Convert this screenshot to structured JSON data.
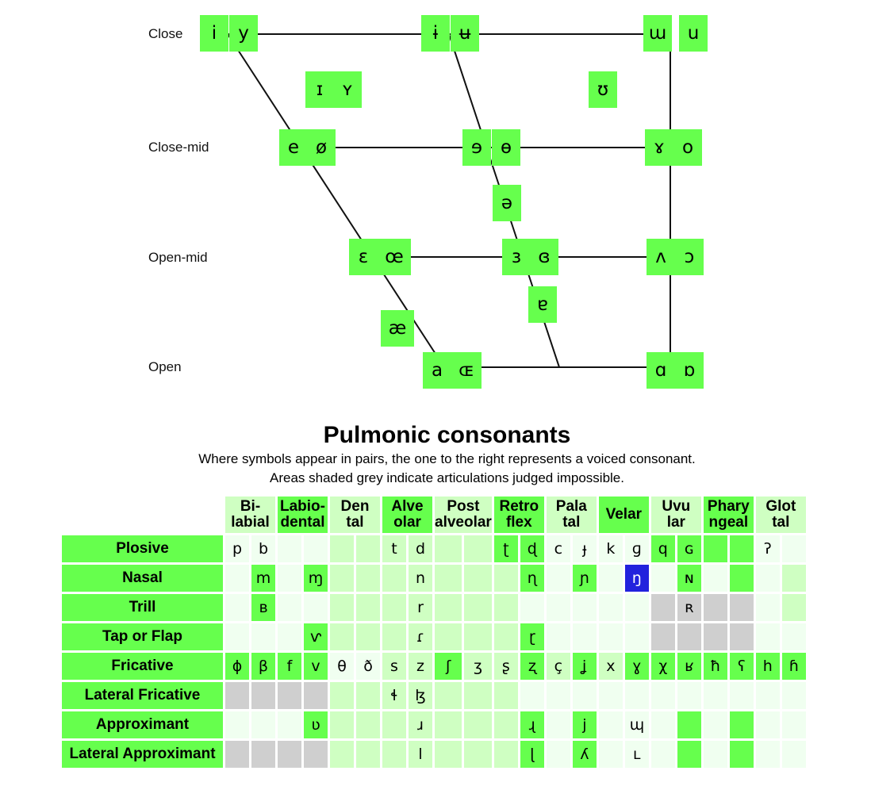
{
  "vowel_chart": {
    "row_labels": [
      "Close",
      "Close-mid",
      "Open-mid",
      "Open"
    ],
    "vowels": [
      "i",
      "y",
      "ɨ",
      "ʉ",
      "ɯ",
      "u",
      "ɪ",
      "ʏ",
      "ʊ",
      "e",
      "ø",
      "ɘ",
      "ɵ",
      "ɤ",
      "o",
      "ə",
      "ɛ",
      "œ",
      "ɜ",
      "ɞ",
      "ʌ",
      "ɔ",
      "ɐ",
      "æ",
      "a",
      "ɶ",
      "ɑ",
      "ɒ"
    ]
  },
  "consonants": {
    "title": "Pulmonic consonants",
    "subtitle_1": "Where symbols appear in pairs, the one to the right represents a voiced consonant.",
    "subtitle_2": "Areas shaded grey indicate articulations judged impossible.",
    "columns": [
      {
        "l1": "Bi-",
        "l2": "labial"
      },
      {
        "l1": "Labio-",
        "l2": "dental"
      },
      {
        "l1": "Den",
        "l2": "tal"
      },
      {
        "l1": "Alve",
        "l2": "olar"
      },
      {
        "l1": "Post",
        "l2": "alveolar"
      },
      {
        "l1": "Retro",
        "l2": "flex"
      },
      {
        "l1": "Pala",
        "l2": "tal"
      },
      {
        "l1": "Velar",
        "l2": ""
      },
      {
        "l1": "Uvu",
        "l2": "lar"
      },
      {
        "l1": "Phary",
        "l2": "ngeal"
      },
      {
        "l1": "Glot",
        "l2": "tal"
      }
    ],
    "rows": [
      {
        "label": "Plosive",
        "cells": [
          "p",
          "b",
          "",
          "",
          "",
          "",
          "t",
          "d",
          "",
          "",
          "ʈ",
          "ɖ",
          "c",
          "ɟ",
          "k",
          "ɡ",
          "q",
          "ɢ",
          "",
          "",
          "ʔ",
          ""
        ]
      },
      {
        "label": "Nasal",
        "cells": [
          "",
          "m",
          "",
          "ɱ",
          "",
          "",
          "",
          "n",
          "",
          "",
          "",
          "ɳ",
          "",
          "ɲ",
          "",
          "ŋ",
          "",
          "ɴ",
          "",
          "",
          "",
          ""
        ]
      },
      {
        "label": "Trill",
        "cells": [
          "",
          "ʙ",
          "",
          "",
          "",
          "",
          "",
          "r",
          "",
          "",
          "",
          "",
          "",
          "",
          "",
          "",
          "",
          "ʀ",
          "",
          "",
          "",
          ""
        ]
      },
      {
        "label": "Tap or Flap",
        "cells": [
          "",
          "",
          "",
          "ⱱ",
          "",
          "",
          "",
          "ɾ",
          "",
          "",
          "",
          "ɽ",
          "",
          "",
          "",
          "",
          "",
          "",
          "",
          "",
          "",
          ""
        ]
      },
      {
        "label": "Fricative",
        "cells": [
          "ɸ",
          "β",
          "f",
          "v",
          "θ",
          "ð",
          "s",
          "z",
          "ʃ",
          "ʒ",
          "ʂ",
          "ʐ",
          "ç",
          "ʝ",
          "x",
          "ɣ",
          "χ",
          "ʁ",
          "ħ",
          "ʕ",
          "h",
          "ɦ"
        ]
      },
      {
        "label": "Lateral Fricative",
        "cells": [
          "",
          "",
          "",
          "",
          "",
          "",
          "ɬ",
          "ɮ",
          "",
          "",
          "",
          "",
          "",
          "",
          "",
          "",
          "",
          "",
          "",
          "",
          "",
          ""
        ]
      },
      {
        "label": "Approximant",
        "cells": [
          "",
          "",
          "",
          "ʋ",
          "",
          "",
          "",
          "ɹ",
          "",
          "",
          "",
          "ɻ",
          "",
          "j",
          "",
          "ɰ",
          "",
          "",
          "",
          "",
          "",
          ""
        ]
      },
      {
        "label": "Lateral Approximant",
        "cells": [
          "",
          "",
          "",
          "",
          "",
          "",
          "",
          "l",
          "",
          "",
          "",
          "ɭ",
          "",
          "ʎ",
          "",
          "ʟ",
          "",
          "",
          "",
          "",
          "",
          ""
        ]
      }
    ]
  }
}
